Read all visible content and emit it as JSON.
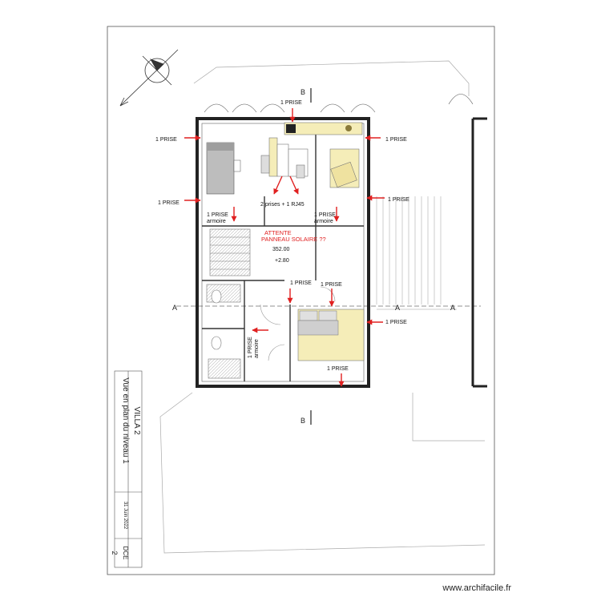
{
  "plan": {
    "title": "VILLA 2",
    "subtitle": "Vue en plan du niveau 1",
    "date": "31 Juin 2022",
    "sheet_label": "DCE",
    "sheet_number": "2",
    "annotations": {
      "prise": "1 PRISE",
      "prises_top": "2 prises + 1 RJ45",
      "armoire": "armoire",
      "attente_line1": "ATTENTE",
      "attente_line2": "PANNEAU SOLAIRE ??",
      "dim_352": "352.00",
      "level": "+2.80"
    },
    "section_marks": {
      "a": "A",
      "b": "B"
    },
    "accent_color": "#e02020"
  },
  "watermark": "www.archifacile.fr"
}
